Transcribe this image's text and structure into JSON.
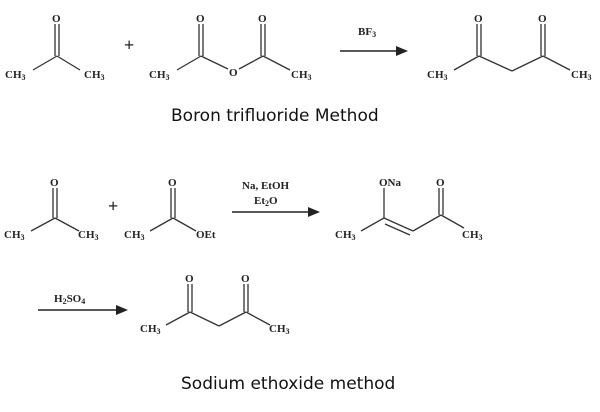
{
  "figure": {
    "background": "#ffffff",
    "ink_color": "#222222"
  },
  "reaction_1": {
    "name": "Boron trifluoride Method",
    "reactant_1": {
      "name": "acetone",
      "atoms": {
        "top": "O",
        "left": "CH",
        "left_sub": "3",
        "right": "CH",
        "right_sub": "3"
      }
    },
    "plus": "+",
    "reactant_2": {
      "name": "acetic anhydride",
      "atoms": {
        "o1": "O",
        "o2": "O",
        "bridge": "O",
        "left": "CH",
        "left_sub": "3",
        "right": "CH",
        "right_sub": "3"
      }
    },
    "reagent": {
      "main": "BF",
      "sub": "3"
    },
    "product": {
      "name": "acetylacetone",
      "atoms": {
        "o1": "O",
        "o2": "O",
        "left": "CH",
        "left_sub": "3",
        "right": "CH",
        "right_sub": "3"
      }
    }
  },
  "reaction_2": {
    "name": "Sodium ethoxide method",
    "reactant_1": {
      "name": "acetone",
      "atoms": {
        "top": "O",
        "left": "CH",
        "left_sub": "3",
        "right": "CH",
        "right_sub": "3"
      }
    },
    "plus": "+",
    "reactant_2": {
      "name": "ethyl acetate",
      "atoms": {
        "top": "O",
        "left": "CH",
        "left_sub": "3",
        "right": "OEt"
      }
    },
    "reagent": {
      "line1": "Na, EtOH",
      "line2_main": "Et",
      "line2_sub": "2",
      "line2_tail": "O"
    },
    "intermediate": {
      "name": "sodium enolate",
      "atoms": {
        "ona": "ONa",
        "o": "O",
        "left": "CH",
        "left_sub": "3",
        "right": "CH",
        "right_sub": "3"
      }
    },
    "step2_reagent": {
      "h": "H",
      "sub1": "2",
      "so": "SO",
      "sub2": "4"
    },
    "product": {
      "name": "acetylacetone",
      "atoms": {
        "o1": "O",
        "o2": "O",
        "left": "CH",
        "left_sub": "3",
        "right": "CH",
        "right_sub": "3"
      }
    }
  }
}
